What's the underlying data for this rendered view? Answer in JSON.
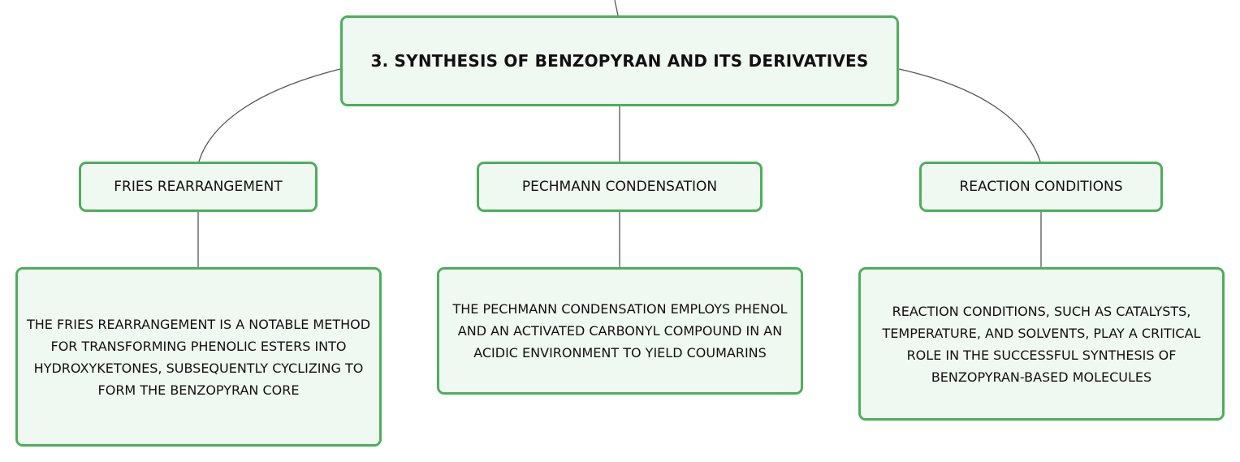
{
  "root": {
    "title": "3. SYNTHESIS OF BENZOPYRAN AND ITS DERIVATIVES"
  },
  "branches": [
    {
      "label": "FRIES REARRANGEMENT",
      "detail": "THE FRIES REARRANGEMENT IS A NOTABLE METHOD FOR TRANSFORMING PHENOLIC ESTERS INTO HYDROXYKETONES, SUBSEQUENTLY CYCLIZING TO FORM THE BENZOPYRAN CORE"
    },
    {
      "label": "PECHMANN CONDENSATION",
      "detail": "THE PECHMANN CONDENSATION EMPLOYS PHENOL AND AN ACTIVATED CARBONYL COMPOUND IN AN ACIDIC ENVIRONMENT TO YIELD COUMARINS"
    },
    {
      "label": "REACTION CONDITIONS",
      "detail": "REACTION CONDITIONS, SUCH AS CATALYSTS, TEMPERATURE, AND SOLVENTS, PLAY A CRITICAL ROLE IN THE SUCCESSFUL SYNTHESIS OF BENZOPYRAN-BASED MOLECULES"
    }
  ],
  "colors": {
    "node_border": "#4caf5b",
    "node_fill": "#f0f9f1",
    "connector": "#555555",
    "text": "#111111"
  }
}
